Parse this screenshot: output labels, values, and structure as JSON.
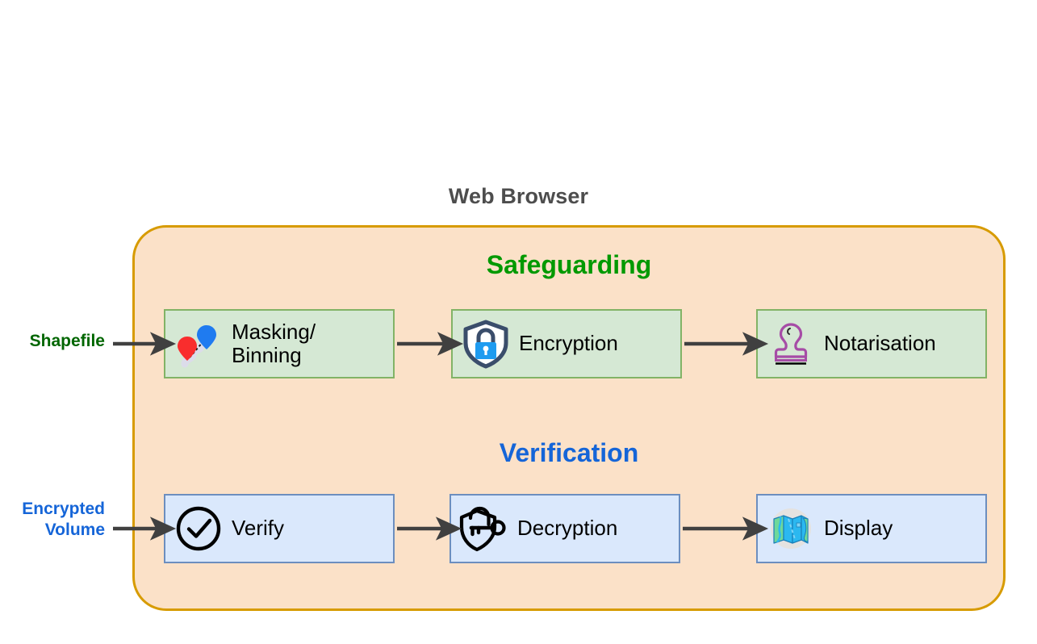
{
  "diagram": {
    "title": "Web Browser",
    "container": {
      "fill": "#fbe1c8",
      "border": "#d79b00"
    },
    "sections": [
      {
        "id": "safeguarding",
        "heading": "Safeguarding",
        "color": "#009900",
        "box_fill": "#d5e8d4",
        "box_border": "#82b366",
        "input_label": "Shapefile",
        "input_label_color": "#006600",
        "steps": [
          {
            "label": "Masking/\nBinning",
            "icon": "map-pins-icon"
          },
          {
            "label": "Encryption",
            "icon": "shield-lock-icon"
          },
          {
            "label": "Notarisation",
            "icon": "rubber-stamp-icon"
          }
        ]
      },
      {
        "id": "verification",
        "heading": "Verification",
        "color": "#1565d8",
        "box_fill": "#dae8fc",
        "box_border": "#6c8ebf",
        "input_label": "Encrypted\nVolume",
        "input_label_color": "#1565d8",
        "steps": [
          {
            "label": "Verify",
            "icon": "check-circle-icon"
          },
          {
            "label": "Decryption",
            "icon": "shield-key-icon"
          },
          {
            "label": "Display",
            "icon": "folded-map-icon"
          }
        ]
      }
    ],
    "arrow_color": "#404040"
  }
}
